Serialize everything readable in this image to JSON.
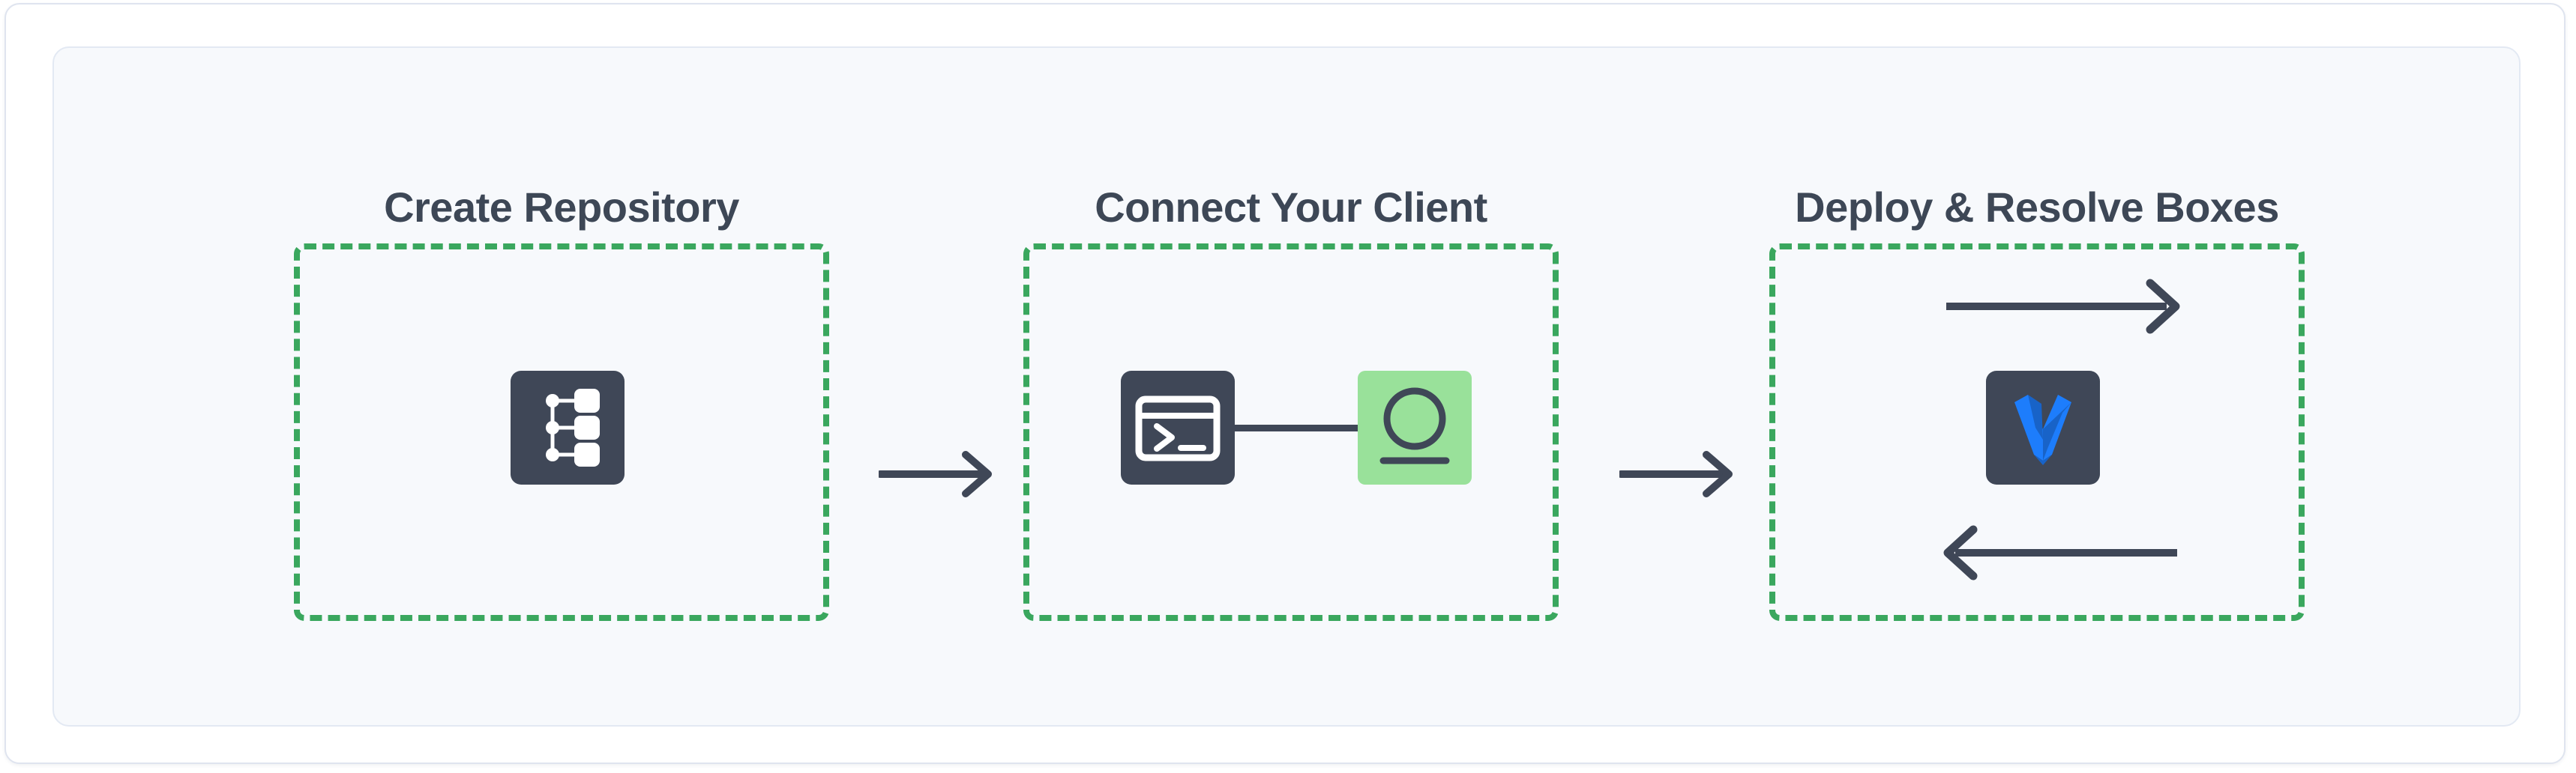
{
  "diagram": {
    "title_text_color": "#3d4756",
    "dashed_border_color": "#3aa75e",
    "panel_background": "#f7f9fc",
    "card_background": "#ffffff",
    "icon_dark_color": "#3f4757",
    "icon_green_color": "#99e19a",
    "vagrant_blue": "#1d7dfc",
    "vagrant_blue_dark": "#1863c8",
    "arrow_color": "#3f4757",
    "steps": [
      {
        "title": "Create Repository",
        "icon_name": "repository-tree-icon"
      },
      {
        "title": "Connect Your Client",
        "icons": [
          "terminal-icon",
          "server-node-icon"
        ],
        "connector_name": "client-server-link"
      },
      {
        "title": "Deploy & Resolve Boxes",
        "icon_name": "vagrant-logo-icon",
        "cycle_arrows": [
          "arrow-right",
          "arrow-left"
        ]
      }
    ],
    "connectors": [
      {
        "name": "step-1-to-step-2-arrow",
        "direction": "right"
      },
      {
        "name": "step-2-to-step-3-arrow",
        "direction": "right"
      }
    ]
  }
}
